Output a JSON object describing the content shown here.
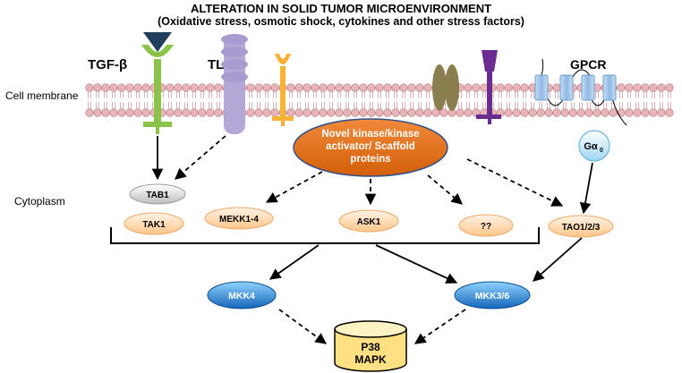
{
  "header": {
    "title": "ALTERATION IN SOLID TUMOR  MICROENVIRONMENT",
    "subtitle": "(Oxidative stress, osmotic shock, cytokines and other stress factors)"
  },
  "labels": {
    "cell_membrane": "Cell membrane",
    "cytoplasm": "Cytoplasm",
    "tgf_beta": "TGF-β",
    "tlr": "TLR",
    "gpcr": "GPCR"
  },
  "nodes": {
    "novel_kinase": [
      "Novel kinase/kinase",
      "activator/ Scaffold",
      "proteins"
    ],
    "g_alpha_main": "Gα",
    "g_alpha_sub": "0",
    "tab1": "TAB1",
    "tak1": "TAK1",
    "mekk": "MEKK1-4",
    "ask1": "ASK1",
    "unknown": "??",
    "tao": "TAO1/2/3",
    "mkk4": "MKK4",
    "mkk36": "MKK3/6",
    "p38": [
      "P38",
      "MAPK"
    ]
  },
  "colors": {
    "membrane_head": "#e8b4b8",
    "orange_node": "#ffc68a",
    "novel_kinase": "#e46c0a",
    "blue_node": "#1f77c9",
    "p38": "#ffe082",
    "tgf_receptor": "#8bc34a",
    "tgf_ligand": "#1f3d5c",
    "tlr": "#b4a7d6",
    "yellow_receptor": "#f9b234",
    "olive_protein": "#8a7d4e",
    "purple_receptor": "#6a2c91",
    "gpcr_helix": "#9dc3e6"
  }
}
